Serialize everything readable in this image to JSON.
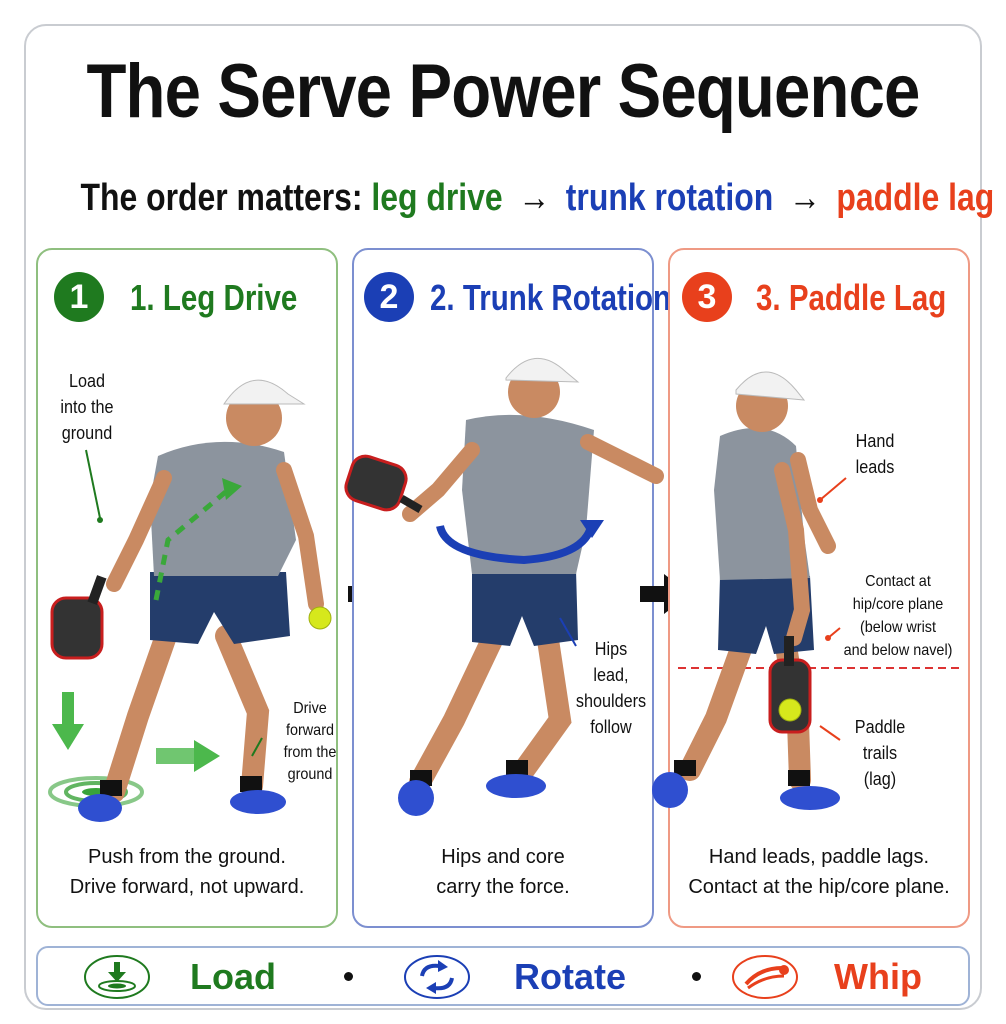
{
  "title": "The Serve Power Sequence",
  "subtitle": {
    "prefix": "The order matters:",
    "step1": "leg drive",
    "arrow": "→",
    "step2": "trunk rotation",
    "step3": "paddle lag"
  },
  "colors": {
    "green": "#1f7a1f",
    "blue": "#1b3fb5",
    "red": "#e8401c",
    "shirt": "#8c949e",
    "shorts": "#243d6b",
    "skin": "#c98a62",
    "shoe": "#2f4fd0"
  },
  "panels": [
    {
      "number": "1",
      "heading": "1. Leg Drive",
      "notes": {
        "load": "Load\ninto the\nground",
        "drive": "Drive\nforward\nfrom the\nground"
      },
      "caption": "Push from the ground.\nDrive forward, not upward.",
      "icons": [
        "down-arrow-icon",
        "forward-arrow-icon",
        "ground-ripple-icon"
      ]
    },
    {
      "number": "2",
      "heading": "2. Trunk Rotation",
      "notes": {
        "hips": "Hips\nlead,\nshoulders\nfollow"
      },
      "caption": "Hips and core\ncarry the force.",
      "icons": [
        "rotation-arrow-icon"
      ]
    },
    {
      "number": "3",
      "heading": "3. Paddle Lag",
      "notes": {
        "hand": "Hand\nleads",
        "contact": "Contact at\nhip/core plane\n(below wrist\nand below navel)",
        "paddle": "Paddle\ntrails\n(lag)"
      },
      "caption": "Hand leads, paddle lags.\nContact at the hip/core plane.",
      "icons": [
        "contact-line-icon"
      ]
    }
  ],
  "bottom_bar": {
    "items": [
      {
        "label": "Load",
        "icon": "load-icon"
      },
      {
        "label": "Rotate",
        "icon": "rotate-icon"
      },
      {
        "label": "Whip",
        "icon": "whip-icon"
      }
    ],
    "separator": "•"
  }
}
